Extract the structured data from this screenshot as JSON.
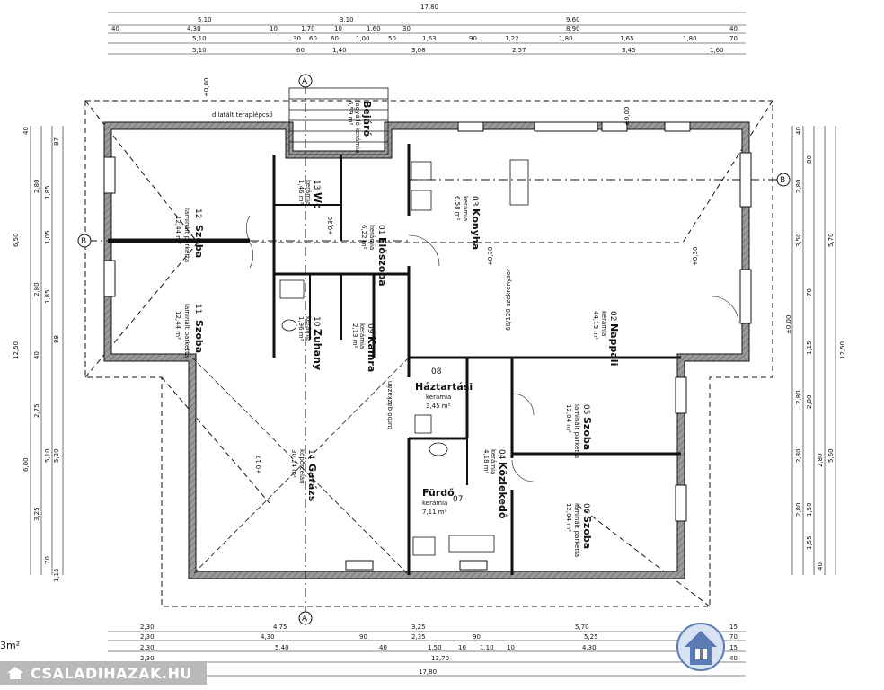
{
  "dims_top": {
    "row1": [
      "17,80"
    ],
    "row2": [
      "5,10",
      "3,10",
      "9,60"
    ],
    "row3": [
      "40",
      "4,30",
      "10",
      "1,70",
      "10",
      "1,60",
      "30",
      "8,90",
      "40"
    ],
    "row4": [
      "5,10",
      "30",
      "60",
      "60",
      "1,00",
      "50",
      "1,63",
      "90",
      "1,22",
      "1,80",
      "1,65",
      "1,80",
      "70"
    ],
    "row5": [
      "5,10",
      "60",
      "1,40",
      "3,08",
      "2,57",
      "3,45",
      "1,60"
    ]
  },
  "dims_bottom": {
    "row1": [
      "2,30",
      "4,75",
      "3,25",
      "5,70",
      "15"
    ],
    "row2": [
      "2,30",
      "4,30",
      "90",
      "2,35",
      "90",
      "5,25",
      "70"
    ],
    "row3": [
      "2,30",
      "5,40",
      "40",
      "1,50",
      "10",
      "1,10",
      "10",
      "4,30",
      "15"
    ],
    "row4": [
      "2,30",
      "13,70",
      "40"
    ],
    "row5": [
      "17,80"
    ]
  },
  "dims_left": [
    "40",
    "87",
    "2,80",
    "1,85",
    "1,05",
    "2,80",
    "1,85",
    "88",
    "40",
    "2,75",
    "5,10",
    "3,25",
    "70",
    "12,50",
    "6,00",
    "5,20",
    "6,50",
    "1,15"
  ],
  "dims_right": [
    "40",
    "2,80",
    "3,50",
    "70",
    "1,15",
    "2,80",
    "2,80",
    "2,80",
    "1,50",
    "1,55",
    "40",
    "12,50",
    "5,70",
    "5,60",
    "80",
    "2,80",
    "2,80"
  ],
  "rooms": [
    {
      "num": "12",
      "name": "Szoba",
      "floor": "laminált parketta",
      "area": "12,44 m²"
    },
    {
      "num": "11",
      "name": "Szoba",
      "floor": "laminált parketta",
      "area": "12,44 m²"
    },
    {
      "num": "13",
      "name": "Wc",
      "floor": "kerámia",
      "area": "1,46 m²"
    },
    {
      "num": "01",
      "name": "Előszoba",
      "floor": "kerámia",
      "area": "6,22 m²"
    },
    {
      "num": "10",
      "name": "Zuhany",
      "floor": "kerámia",
      "area": "1,96 m²"
    },
    {
      "num": "09",
      "name": "Kamra",
      "floor": "kerámia",
      "area": "2,13 m²"
    },
    {
      "num": "03",
      "name": "Konyha",
      "floor": "kerámia",
      "area": "6,58 m²"
    },
    {
      "num": "02",
      "name": "Nappali",
      "floor": "kerámia",
      "area": "44,15 m²"
    },
    {
      "num": "08",
      "name": "Háztartási",
      "floor": "kerámia",
      "area": "3,45 m²"
    },
    {
      "num": "04",
      "name": "Közlekedő",
      "floor": "kerámia",
      "area": "4,18 m²"
    },
    {
      "num": "07",
      "name": "Fürdő",
      "floor": "kerámia",
      "area": "7,11 m²"
    },
    {
      "num": "05",
      "name": "Szoba",
      "floor": "laminált parketta",
      "area": "12,04 m²"
    },
    {
      "num": "06",
      "name": "Szoba",
      "floor": "laminált parketta",
      "area": "12,04 m²"
    },
    {
      "num": "14",
      "name": "Garázs",
      "floor": "kőporcelán",
      "area": "30,24 m²"
    }
  ],
  "entry": {
    "name": "Bejáró",
    "floor": "fagyálló kerámia",
    "area": "6,59 m²"
  },
  "labels": {
    "stair_note": "dilatált teraplépcső",
    "cabinet_note": "60/120 szekrénysor",
    "flue_note": "turbó gázkazán",
    "elev_zero": "±0,00",
    "elev_plus": "+0,30",
    "elev_garage": "+0,17",
    "section_a": "A",
    "section_b": "B"
  },
  "area_tag": "3m²",
  "brand": {
    "text": "CSALADIHAZAK.HU"
  },
  "colors": {
    "wall": "#8c8c8c",
    "line": "#111111",
    "brand_bg": "#b9b9b9",
    "logo": "#5b7bb5"
  }
}
